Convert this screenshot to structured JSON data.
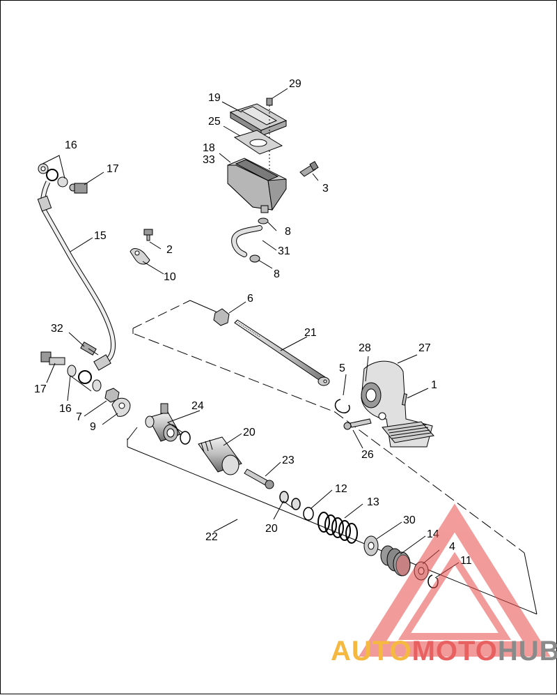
{
  "callouts": [
    {
      "id": "c29",
      "text": "29"
    },
    {
      "id": "c19",
      "text": "19"
    },
    {
      "id": "c25",
      "text": "25"
    },
    {
      "id": "c18",
      "text": "18"
    },
    {
      "id": "c33",
      "text": "33"
    },
    {
      "id": "c3",
      "text": "3"
    },
    {
      "id": "c8a",
      "text": "8"
    },
    {
      "id": "c31",
      "text": "31"
    },
    {
      "id": "c8b",
      "text": "8"
    },
    {
      "id": "c16a",
      "text": "16"
    },
    {
      "id": "c17a",
      "text": "17"
    },
    {
      "id": "c15",
      "text": "15"
    },
    {
      "id": "c2",
      "text": "2"
    },
    {
      "id": "c10",
      "text": "10"
    },
    {
      "id": "c6",
      "text": "6"
    },
    {
      "id": "c21",
      "text": "21"
    },
    {
      "id": "c28",
      "text": "28"
    },
    {
      "id": "c27",
      "text": "27"
    },
    {
      "id": "c5",
      "text": "5"
    },
    {
      "id": "c1",
      "text": "1"
    },
    {
      "id": "c32",
      "text": "32"
    },
    {
      "id": "c17b",
      "text": "17"
    },
    {
      "id": "c16b",
      "text": "16"
    },
    {
      "id": "c7",
      "text": "7"
    },
    {
      "id": "c9",
      "text": "9"
    },
    {
      "id": "c24",
      "text": "24"
    },
    {
      "id": "c20a",
      "text": "20"
    },
    {
      "id": "c26",
      "text": "26"
    },
    {
      "id": "c23",
      "text": "23"
    },
    {
      "id": "c12",
      "text": "12"
    },
    {
      "id": "c13",
      "text": "13"
    },
    {
      "id": "c20b",
      "text": "20"
    },
    {
      "id": "c22",
      "text": "22"
    },
    {
      "id": "c30",
      "text": "30"
    },
    {
      "id": "c14",
      "text": "14"
    },
    {
      "id": "c4",
      "text": "4"
    },
    {
      "id": "c11",
      "text": "11"
    }
  ],
  "watermark": {
    "part1": "AUTO",
    "part2": "MOTO",
    "part3": "HUB",
    "color1": "#f5b942",
    "color2": "#e86060",
    "color3": "#8a8a8a",
    "triangle_color": "#e94b4b"
  },
  "colors": {
    "line": "#000000",
    "fill_light": "#d9d9d9",
    "fill_mid": "#bdbdbd",
    "fill_dark": "#7a7a7a"
  }
}
